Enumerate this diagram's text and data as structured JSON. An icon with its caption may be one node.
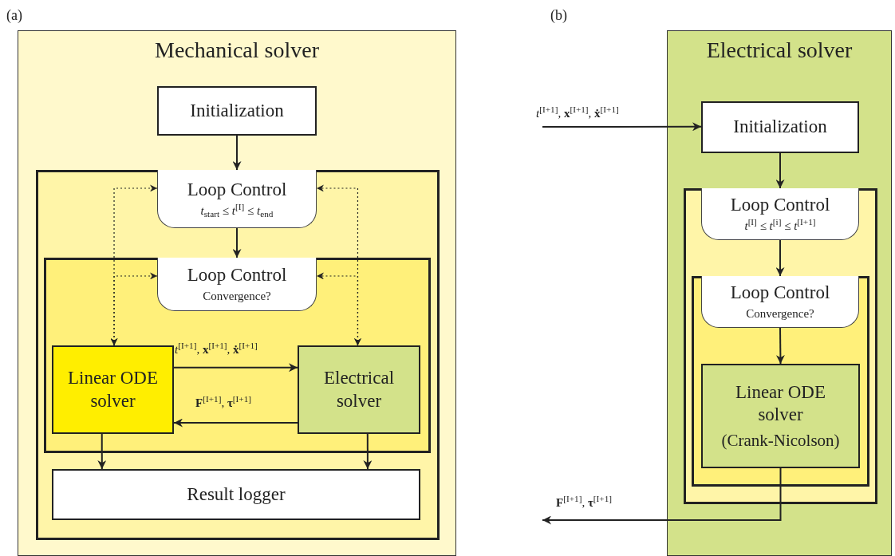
{
  "diagram": {
    "nodes": [
      {
        "text": [
          "Mechanical solver"
        ]
      },
      {
        "text": [
          "Initialization"
        ],
        "in": 0
      },
      {
        "text": [],
        "shape": "box",
        "in": 0
      },
      {
        "text": [
          "Loop Control",
          "*t*$_{start}$ ≤ *t*$^{[I]}$ ≤ *t*$_{end}$"
        ],
        "in": 2
      },
      {
        "text": [],
        "shape": "box",
        "in": 2
      },
      {
        "text": [
          "Loop Control",
          "Convergence?"
        ],
        "in": 4
      },
      {
        "text": [
          "Linear ODE solver"
        ],
        "in": 4
      },
      {
        "text": [
          "Electrical solver"
        ],
        "in": 4
      },
      {
        "text": [
          "Result logger"
        ],
        "in": 2
      },
      {
        "text": [
          "Electrical solver"
        ]
      },
      {
        "text": [
          "Initialization"
        ],
        "in": 9
      },
      {
        "text": [],
        "shape": "box",
        "in": 9
      },
      {
        "text": [
          "Loop Control",
          "*t*$^{[I]}$ ≤ *t*$^{[i]}$ ≤ *t*$^{[I+1]}$"
        ],
        "in": 11
      },
      {
        "text": [],
        "shape": "box",
        "in": 11
      },
      {
        "text": [
          "Loop Control",
          "Convergence?"
        ],
        "in": 13
      },
      {
        "text": [
          "Linear ODE solver",
          "(Crank-Nicolson)"
        ],
        "in": 13
      }
    ],
    "edges": [
      {
        "from": 1,
        "to": 3,
        "arrow": "to"
      },
      {
        "from": 3,
        "to": 5,
        "arrow": "to"
      },
      {
        "from": 6,
        "to": 7,
        "arrow": "to",
        "label": "*t*$^{[I+1]}$, **x**$^{[I+1]}$, **ẋ**$^{[I+1]}$"
      },
      {
        "from": 7,
        "to": 6,
        "arrow": "to",
        "label": "**F**$^{[I+1]}$, **τ**$^{[I+1]}$"
      },
      {
        "from": 6,
        "to": 8,
        "arrow": "to"
      },
      {
        "from": 7,
        "to": 8,
        "arrow": "to"
      },
      {
        "from": 6,
        "to": 3,
        "arrow": "both",
        "style": "dashed"
      },
      {
        "from": 6,
        "to": 5,
        "arrow": "both",
        "style": "dashed"
      },
      {
        "from": 7,
        "to": 3,
        "arrow": "both",
        "style": "dashed"
      },
      {
        "from": 7,
        "to": 5,
        "arrow": "both",
        "style": "dashed"
      },
      {
        "from": null,
        "to": 10,
        "arrow": "to",
        "label": "*t*$^{[I+1]}$, **x**$^{[I+1]}$, **ẋ**$^{[I+1]}$"
      },
      {
        "from": 10,
        "to": 12,
        "arrow": "to"
      },
      {
        "from": 12,
        "to": 14,
        "arrow": "to"
      },
      {
        "from": 14,
        "to": 15,
        "arrow": "to"
      },
      {
        "from": 15,
        "to": null,
        "arrow": "to",
        "label": "**F**$^{[I+1]}$, **τ**$^{[I+1]}$"
      }
    ],
    "labels": [
      "(a)",
      "(b)"
    ]
  }
}
